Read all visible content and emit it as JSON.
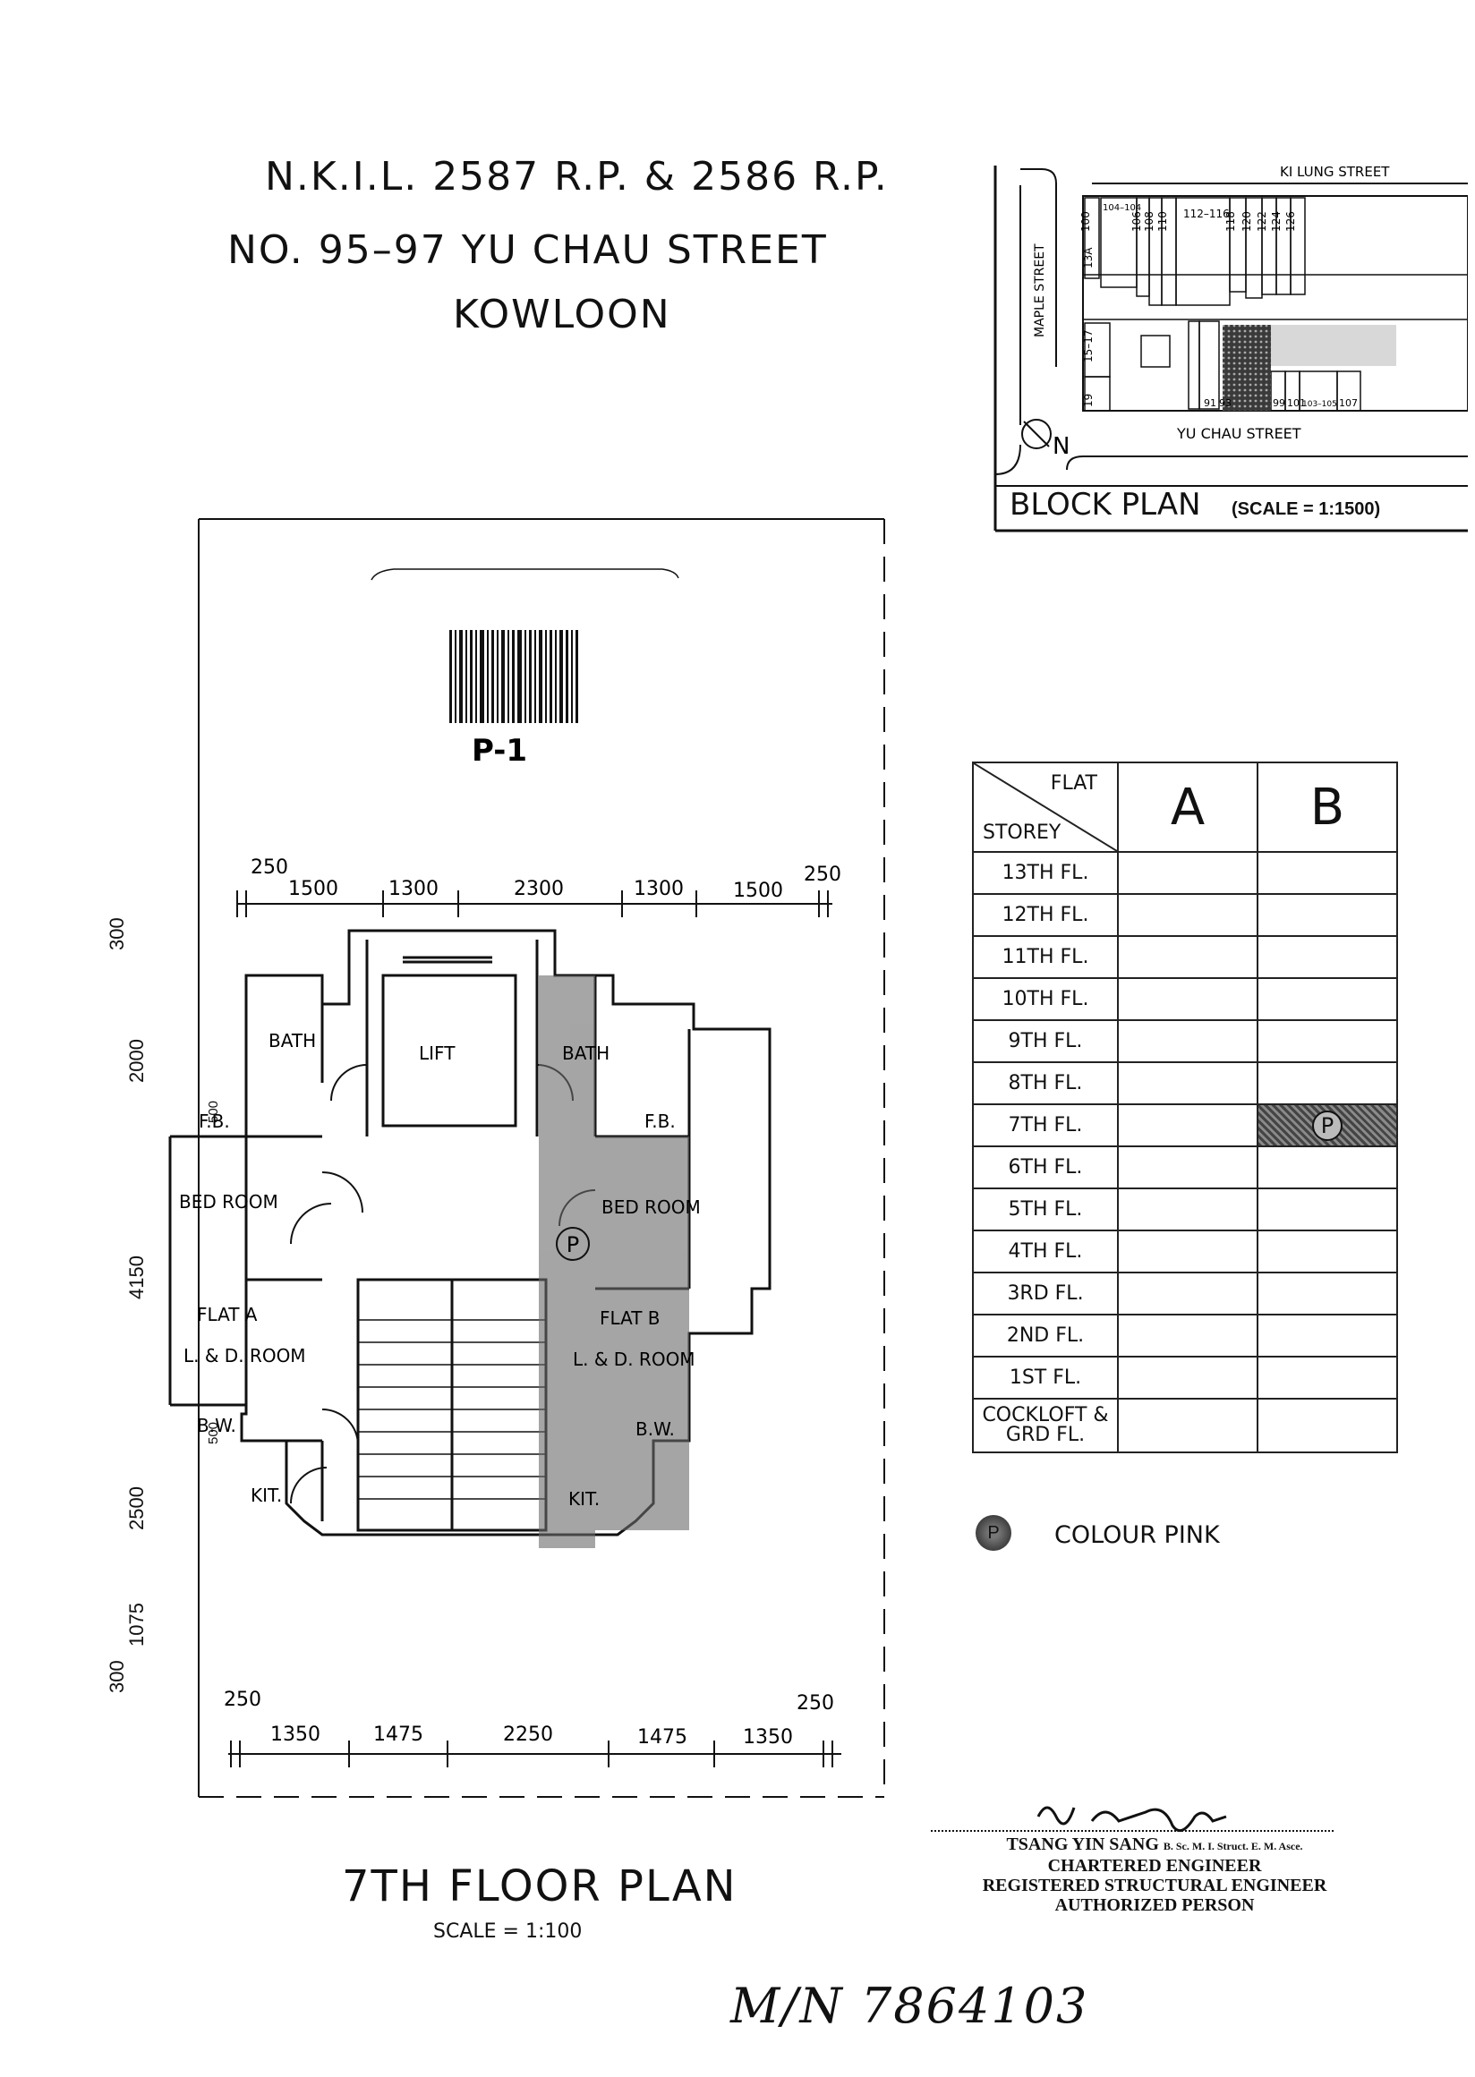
{
  "header": {
    "line1": "N.K.I.L. 2587 R.P. & 2586 R.P.",
    "line2": "NO. 95–97 YU CHAU STREET",
    "line3": "KOWLOON"
  },
  "block_plan": {
    "label": "BLOCK PLAN",
    "scale": "(SCALE = 1:1500)",
    "street_top": "KI LUNG STREET",
    "street_bottom": "YU CHAU STREET",
    "street_left": "MAPLE STREET",
    "north": "N",
    "lots_top": [
      "100",
      "104–104",
      "106",
      "108",
      "110",
      "112–116",
      "118",
      "120",
      "122",
      "124",
      "126"
    ],
    "lots_left": [
      "13A",
      "15–17",
      "19"
    ],
    "lots_bottom": [
      "91",
      "93",
      "99",
      "101",
      "103–105",
      "107"
    ]
  },
  "barcode": {
    "code": "P-1"
  },
  "floor_plan": {
    "title": "7TH FLOOR PLAN",
    "scale": "SCALE = 1:100",
    "dims_top": [
      "250",
      "1500",
      "1300",
      "2300",
      "1300",
      "1500",
      "250"
    ],
    "dims_bottom": [
      "250",
      "1350",
      "1475",
      "2250",
      "1475",
      "1350",
      "250"
    ],
    "dims_left": [
      "300",
      "2000",
      "500",
      "4150",
      "500",
      "2500",
      "1075",
      "300"
    ],
    "rooms": {
      "bath_a": "BATH",
      "lift": "LIFT",
      "bath_b": "BATH",
      "fb_a": "F.B.",
      "fb_b": "F.B.",
      "bed_a": "BED ROOM",
      "bed_b": "BED ROOM",
      "flat_a": "FLAT A",
      "flat_b": "FLAT B",
      "ld_a": "L. & D. ROOM",
      "ld_b": "L. & D. ROOM",
      "bw_a": "B.W.",
      "bw_b": "B.W.",
      "kit_a": "KIT.",
      "kit_b": "KIT.",
      "p_mark": "P"
    }
  },
  "storey_table": {
    "corner_flat": "FLAT",
    "corner_storey": "STOREY",
    "columns": [
      "A",
      "B"
    ],
    "rows": [
      "13TH FL.",
      "12TH FL.",
      "11TH FL.",
      "10TH FL.",
      "9TH FL.",
      "8TH FL.",
      "7TH FL.",
      "6TH FL.",
      "5TH FL.",
      "4TH FL.",
      "3RD FL.",
      "2ND FL.",
      "1ST FL.",
      "COCKLOFT & GRD FL."
    ],
    "highlight": {
      "row": "7TH FL.",
      "column": "B",
      "mark": "P"
    }
  },
  "legend": {
    "text": "COLOUR PINK",
    "mark": "P"
  },
  "signature": {
    "name": "TSANG YIN SANG",
    "quals": "B. Sc. M. I. Struct. E. M. Asce.",
    "line2": "CHARTERED ENGINEER",
    "line3": "REGISTERED STRUCTURAL ENGINEER",
    "line4": "AUTHORIZED PERSON"
  },
  "handwritten": {
    "text": "M/N 7864103"
  }
}
